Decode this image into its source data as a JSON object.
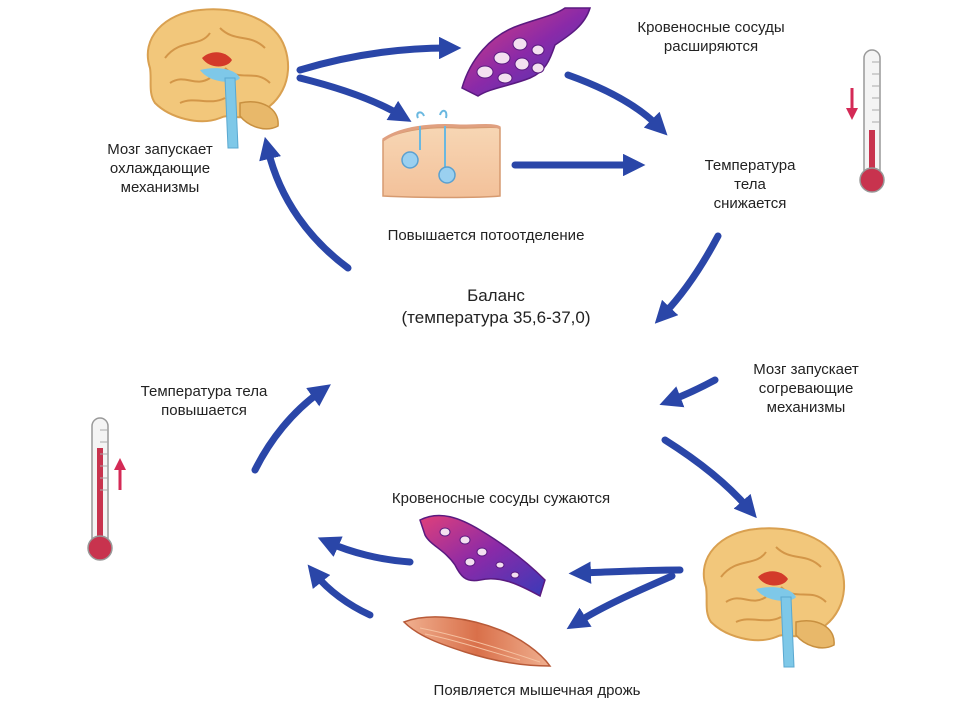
{
  "colors": {
    "arrow": "#2a46a8",
    "thermo_fill": "#c8334e",
    "thermo_arrow": "#d42a56",
    "brain": "#f2c77b",
    "skin": "#f6cfa8",
    "vessel": "#7a2aa0",
    "muscle": "#d9704a"
  },
  "labels": {
    "vessels_dilate": [
      "Кровеносные сосуды",
      "расширяются"
    ],
    "brain_cooling": [
      "Мозг запускает",
      "охлаждающие",
      "механизмы"
    ],
    "temp_decreases": [
      "Температура",
      "тела",
      "снижается"
    ],
    "sweating": "Повышается потоотделение",
    "balance": [
      "Баланс",
      "(температура 35,6-37,0)"
    ],
    "temp_increases": [
      "Температура тела",
      "повышается"
    ],
    "brain_warming": [
      "Мозг запускает",
      "согревающие",
      "механизмы"
    ],
    "vessels_constrict": "Кровеносные сосуды сужаются",
    "shivering": "Появляется мышечная дрожь"
  },
  "icons": {
    "brain_top": "brain-icon",
    "brain_bottom": "brain-icon",
    "vessels_top": "blood-vessel-network-icon",
    "vessels_bottom": "blood-vessel-network-icon",
    "skin": "skin-sweat-gland-icon",
    "muscle": "muscle-icon",
    "thermo_right": "thermometer-down-icon",
    "thermo_left": "thermometer-up-icon"
  }
}
